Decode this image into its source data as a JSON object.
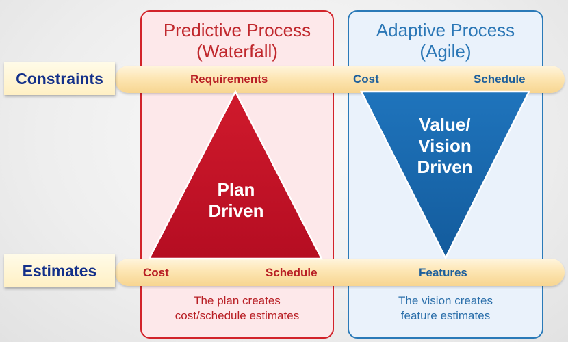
{
  "predictive": {
    "title_line1": "Predictive Process",
    "title_line2": "(Waterfall)",
    "shape_line1": "Plan",
    "shape_line2": "Driven",
    "caption_line1": "The plan creates",
    "caption_line2": "cost/schedule estimates"
  },
  "adaptive": {
    "title_line1": "Adaptive Process",
    "title_line2": "(Agile)",
    "shape_line1": "Value/",
    "shape_line2": "Vision",
    "shape_line3": "Driven",
    "caption_line1": "The vision creates",
    "caption_line2": "feature estimates"
  },
  "constraints": {
    "label": "Constraints",
    "requirements": "Requirements",
    "cost": "Cost",
    "schedule": "Schedule"
  },
  "estimates": {
    "label": "Estimates",
    "cost": "Cost",
    "schedule": "Schedule",
    "features": "Features"
  },
  "colors": {
    "predictive_red": "#c0282d",
    "adaptive_blue": "#2b77b6",
    "triangle_red": "#c8102e",
    "triangle_blue": "#1a6ab0",
    "label_navy": "#13308a"
  }
}
